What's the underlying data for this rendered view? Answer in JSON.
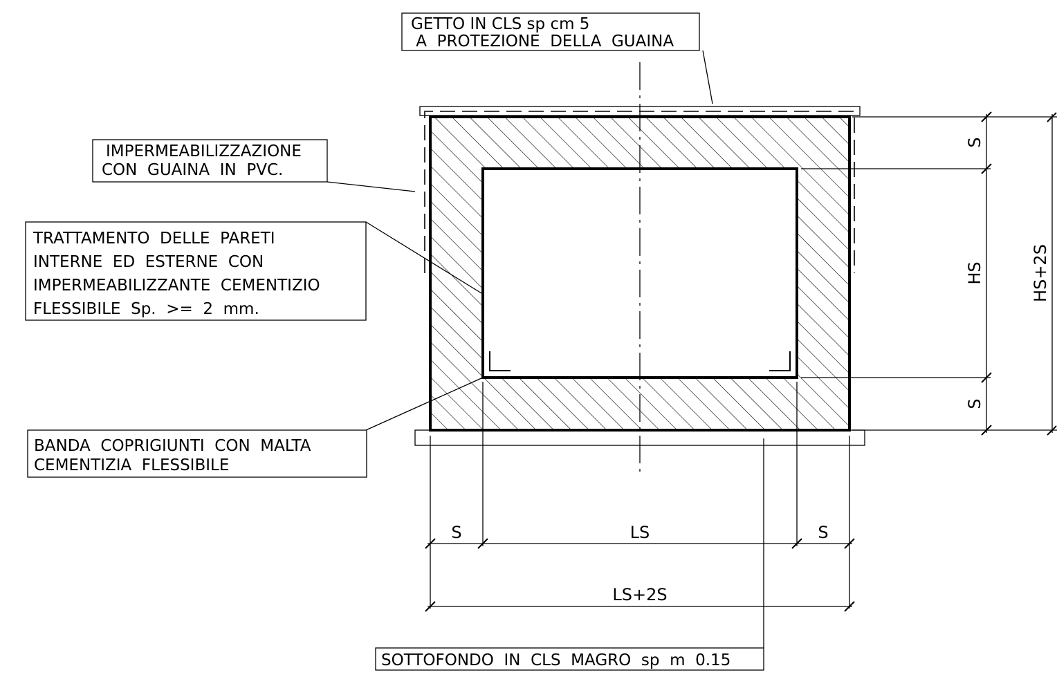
{
  "labels": {
    "getto": [
      "GETTO  IN  CLS  sp  cm  5",
      " A  PROTEZIONE  DELLA  GUAINA"
    ],
    "guaina": [
      "IMPERMEABILIZZAZIONE",
      "CON  GUAINA  IN  PVC."
    ],
    "trattamento": [
      "TRATTAMENTO  DELLE  PARETI",
      "INTERNE  ED  ESTERNE  CON",
      "IMPERMEABILIZZANTE  CEMENTIZIO",
      "FLESSIBILE  Sp.  >=  2  mm."
    ],
    "banda": [
      "BANDA  COPRIGIUNTI  CON  MALTA",
      "CEMENTIZIA  FLESSIBILE"
    ],
    "sottofondo": [
      "SOTTOFONDO  IN  CLS  MAGRO  sp  m  0.15"
    ]
  },
  "dimensions": {
    "wall_left": "S",
    "inner_width": "LS",
    "wall_right": "S",
    "total_width": "LS+2S",
    "wall_top": "S",
    "inner_height": "HS",
    "wall_bottom": "S",
    "total_height": "HS+2S"
  }
}
